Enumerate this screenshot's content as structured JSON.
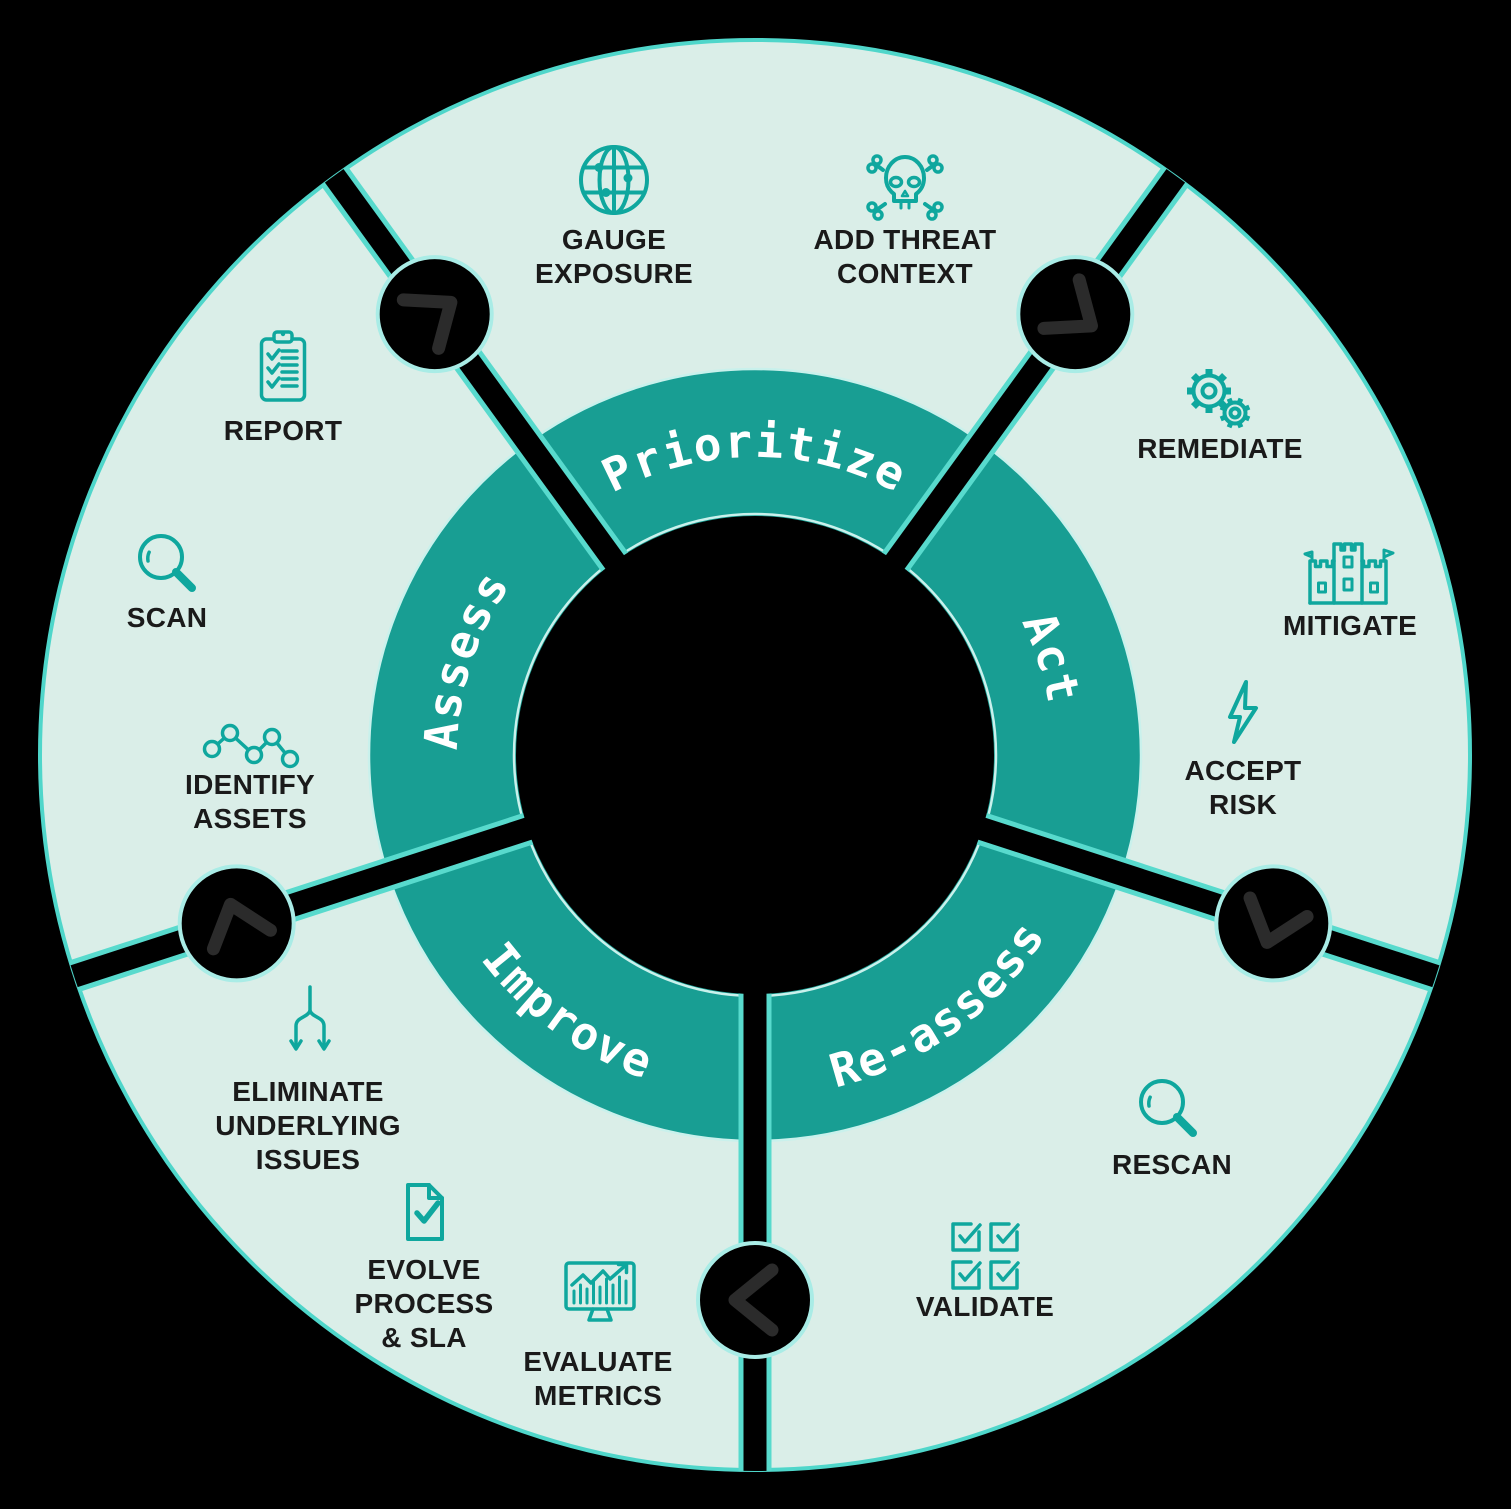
{
  "colors": {
    "background": "#000000",
    "ring_mint": "#daeee8",
    "ring_teal": "#189e93",
    "rim_aqua": "#4fd6ca",
    "boundary_aqua": "#c9f1ec",
    "connector_outline": "#a9ece6",
    "icon_teal": "#0fa79e",
    "chevron_gray": "#2b2b2b",
    "label_dark": "#1a1a1a",
    "inner_label": "#ffffff"
  },
  "segments": [
    {
      "label": "Prioritize"
    },
    {
      "label": "Act"
    },
    {
      "label": "Re-assess"
    },
    {
      "label": "Improve"
    },
    {
      "label": "Assess"
    }
  ],
  "connector": {
    "icon": "chevron-flow-icon",
    "count": 5
  },
  "items": [
    {
      "label": "GAUGE\nEXPOSURE",
      "icon": "globe-icon",
      "segment": "Prioritize"
    },
    {
      "label": "ADD THREAT\nCONTEXT",
      "icon": "skull-crossbones-icon",
      "segment": "Prioritize"
    },
    {
      "label": "REMEDIATE",
      "icon": "gears-icon",
      "segment": "Act"
    },
    {
      "label": "MITIGATE",
      "icon": "castle-icon",
      "segment": "Act"
    },
    {
      "label": "ACCEPT\nRISK",
      "icon": "lightning-icon",
      "segment": "Act"
    },
    {
      "label": "RESCAN",
      "icon": "magnifier-icon",
      "segment": "Re-assess"
    },
    {
      "label": "VALIDATE",
      "icon": "checkboxes-icon",
      "segment": "Re-assess"
    },
    {
      "label": "EVALUATE\nMETRICS",
      "icon": "monitor-chart-icon",
      "segment": "Improve"
    },
    {
      "label": "EVOLVE\nPROCESS\n& SLA",
      "icon": "document-check-icon",
      "segment": "Improve"
    },
    {
      "label": "ELIMINATE\nUNDERLYING\nISSUES",
      "icon": "branch-arrows-icon",
      "segment": "Improve"
    },
    {
      "label": "IDENTIFY\nASSETS",
      "icon": "network-nodes-icon",
      "segment": "Assess"
    },
    {
      "label": "SCAN",
      "icon": "magnifier-icon",
      "segment": "Assess"
    },
    {
      "label": "REPORT",
      "icon": "clipboard-icon",
      "segment": "Assess"
    }
  ]
}
